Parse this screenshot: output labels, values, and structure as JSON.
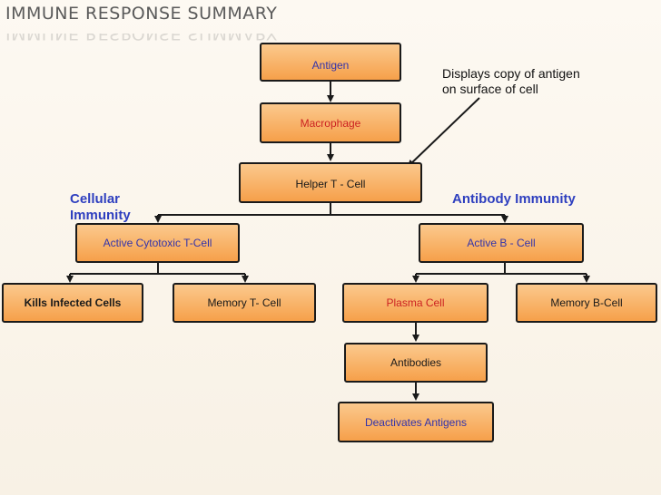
{
  "title": "IMMUNE RESPONSE SUMMARY",
  "nodes": {
    "antigen": "Antigen",
    "macrophage": "Macrophage",
    "helper_t": "Helper T - Cell",
    "active_cytotoxic_t": "Active Cytotoxic T-Cell",
    "active_b": "Active B  - Cell",
    "kills_infected": "Kills Infected Cells",
    "memory_t": "Memory T- Cell",
    "plasma_cell": "Plasma Cell",
    "memory_b": "Memory B-Cell",
    "antibodies": "Antibodies",
    "deactivates_antigens": "Deactivates Antigens"
  },
  "labels": {
    "cellular_immunity": "Cellular Immunity",
    "antibody_immunity": "Antibody Immunity"
  },
  "annotation": {
    "line1": "Displays copy of antigen",
    "line2": "on surface of cell"
  },
  "colors": {
    "box_fill_top": "#fbc98d",
    "box_fill_bottom": "#f6a04a",
    "label_blue": "#2e3fbf",
    "text_red": "#cc2222",
    "text_blue": "#3333aa"
  }
}
